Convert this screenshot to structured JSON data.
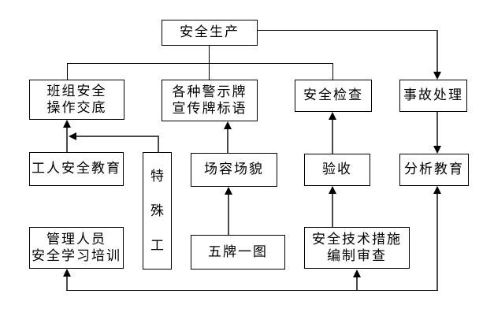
{
  "diagram": {
    "type": "flowchart",
    "colors": {
      "background": "#ffffff",
      "box_border": "#000000",
      "connector_line": "#4a4a4a",
      "arrowhead": "#000000",
      "text": "#000000"
    },
    "nodes": {
      "safety_production": {
        "label": "安全生产"
      },
      "team_safety_briefing": {
        "label": "班组安全\n操作交底"
      },
      "warning_signs": {
        "label": "各种警示牌\n宣传牌标语"
      },
      "safety_inspection": {
        "label": "安全检查"
      },
      "accident_handling": {
        "label": "事故处理"
      },
      "worker_safety_education": {
        "label": "工人安全教育"
      },
      "special_worker": {
        "label": "特\n殊\n工"
      },
      "site_appearance": {
        "label": "场容场貌"
      },
      "acceptance": {
        "label": "验收"
      },
      "analysis_education": {
        "label": "分析教育"
      },
      "manager_training": {
        "label": "管理人员\n安全学习培训"
      },
      "five_boards_one_map": {
        "label": "五牌一图"
      },
      "tech_measures_review": {
        "label": "安全技术措施\n编制审查"
      }
    },
    "edges": [
      "安全生产 -> 各种警示牌宣传牌标语",
      "安全生产 -> 班组安全操作交底",
      "安全生产 -> 安全检查",
      "安全生产 -> 事故处理",
      "工人安全教育 -> 班组安全操作交底",
      "特殊工 -> 班组安全操作交底",
      "场容场貌 -> 各种警示牌宣传牌标语",
      "五牌一图 -> 场容场貌",
      "验收 -> 安全检查",
      "安全技术措施编制审查 -> 验收",
      "事故处理 -> 分析教育",
      "底部连线 -> 管理人员安全学习培训",
      "底部连线 -> 安全技术措施编制审查",
      "底部连线 -> 分析教育"
    ]
  }
}
